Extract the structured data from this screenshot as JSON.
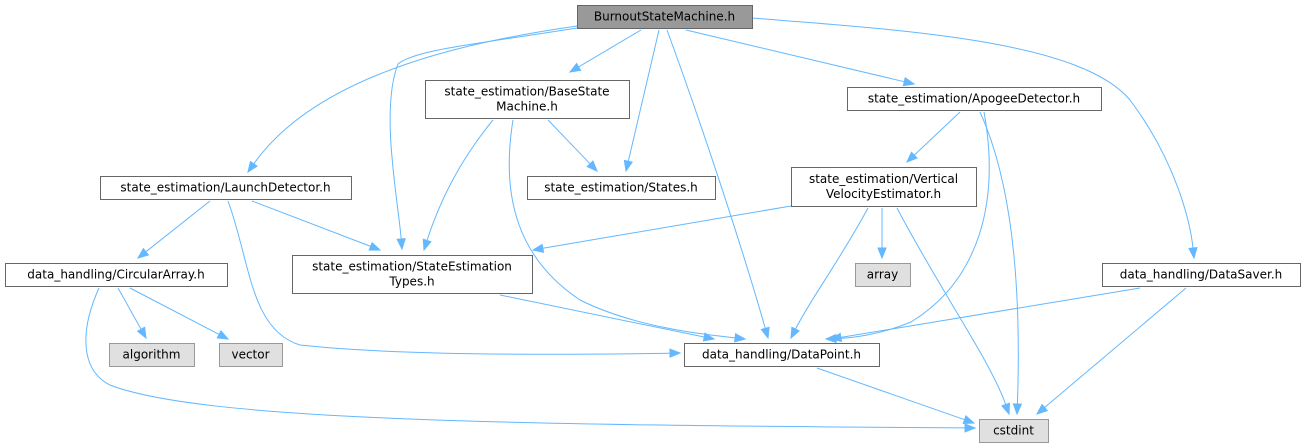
{
  "diagram": {
    "type": "include-dependency-graph",
    "colors": {
      "edge": "#63b8ff",
      "main_fill": "#999999",
      "local_fill": "#ffffff",
      "system_fill": "#e0e0e0",
      "border": "#666666"
    },
    "nodes": [
      {
        "id": "burnout",
        "kind": "main",
        "lines": [
          "BurnoutStateMachine.h"
        ]
      },
      {
        "id": "basesm",
        "kind": "local",
        "lines": [
          "state_estimation/BaseState",
          "Machine.h"
        ]
      },
      {
        "id": "apogee",
        "kind": "local",
        "lines": [
          "state_estimation/ApogeeDetector.h"
        ]
      },
      {
        "id": "launch",
        "kind": "local",
        "lines": [
          "state_estimation/LaunchDetector.h"
        ]
      },
      {
        "id": "states",
        "kind": "local",
        "lines": [
          "state_estimation/States.h"
        ]
      },
      {
        "id": "vve",
        "kind": "local",
        "lines": [
          "state_estimation/Vertical",
          "VelocityEstimator.h"
        ]
      },
      {
        "id": "circ",
        "kind": "local",
        "lines": [
          "data_handling/CircularArray.h"
        ]
      },
      {
        "id": "setypes",
        "kind": "local",
        "lines": [
          "state_estimation/StateEstimation",
          "Types.h"
        ]
      },
      {
        "id": "array",
        "kind": "system",
        "lines": [
          "array"
        ]
      },
      {
        "id": "saver",
        "kind": "local",
        "lines": [
          "data_handling/DataSaver.h"
        ]
      },
      {
        "id": "algorithm",
        "kind": "system",
        "lines": [
          "algorithm"
        ]
      },
      {
        "id": "vector",
        "kind": "system",
        "lines": [
          "vector"
        ]
      },
      {
        "id": "datapoint",
        "kind": "local",
        "lines": [
          "data_handling/DataPoint.h"
        ]
      },
      {
        "id": "cstdint",
        "kind": "system",
        "lines": [
          "cstdint"
        ]
      }
    ],
    "edges": [
      {
        "from": "burnout",
        "to": "basesm"
      },
      {
        "from": "burnout",
        "to": "apogee"
      },
      {
        "from": "burnout",
        "to": "launch"
      },
      {
        "from": "burnout",
        "to": "states"
      },
      {
        "from": "burnout",
        "to": "setypes"
      },
      {
        "from": "burnout",
        "to": "datapoint"
      },
      {
        "from": "burnout",
        "to": "saver"
      },
      {
        "from": "basesm",
        "to": "states"
      },
      {
        "from": "basesm",
        "to": "setypes"
      },
      {
        "from": "basesm",
        "to": "datapoint"
      },
      {
        "from": "apogee",
        "to": "vve"
      },
      {
        "from": "apogee",
        "to": "datapoint"
      },
      {
        "from": "apogee",
        "to": "cstdint"
      },
      {
        "from": "launch",
        "to": "circ"
      },
      {
        "from": "launch",
        "to": "setypes"
      },
      {
        "from": "launch",
        "to": "datapoint"
      },
      {
        "from": "vve",
        "to": "setypes"
      },
      {
        "from": "vve",
        "to": "array"
      },
      {
        "from": "vve",
        "to": "datapoint"
      },
      {
        "from": "vve",
        "to": "cstdint"
      },
      {
        "from": "circ",
        "to": "algorithm"
      },
      {
        "from": "circ",
        "to": "vector"
      },
      {
        "from": "circ",
        "to": "cstdint"
      },
      {
        "from": "setypes",
        "to": "datapoint"
      },
      {
        "from": "saver",
        "to": "datapoint"
      },
      {
        "from": "saver",
        "to": "cstdint"
      },
      {
        "from": "datapoint",
        "to": "cstdint"
      }
    ]
  }
}
